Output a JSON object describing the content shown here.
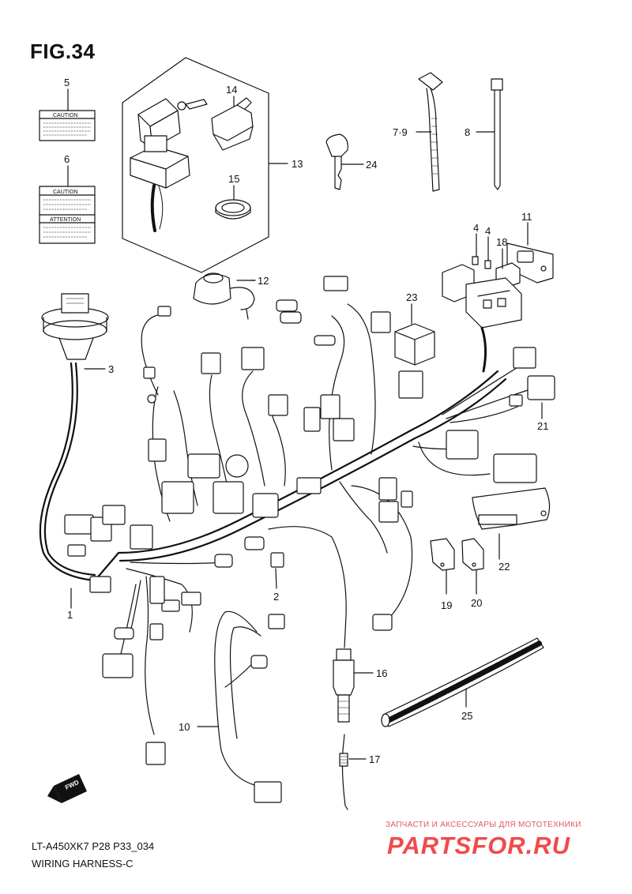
{
  "figure": {
    "title": "FIG.34",
    "model_code": "LT-A450XK7 P28 P33_034",
    "subtitle": "WIRING HARNESS-C"
  },
  "labels": {
    "caution_5": "CAUTION",
    "caution_6": "CAUTION",
    "attention_6": "ATTENTION",
    "fwd": "FWD"
  },
  "callouts": [
    "5",
    "6",
    "14",
    "13",
    "15",
    "12",
    "7·9",
    "8",
    "24",
    "11",
    "4",
    "4",
    "18",
    "23",
    "3",
    "21",
    "22",
    "19",
    "20",
    "2",
    "1",
    "16",
    "25",
    "10",
    "17"
  ],
  "watermark": {
    "caption": "ЗАПЧАСТИ И АКСЕССУАРЫ ДЛЯ МОТОТЕХНИКИ",
    "logo": "PARTSFOR.RU"
  }
}
